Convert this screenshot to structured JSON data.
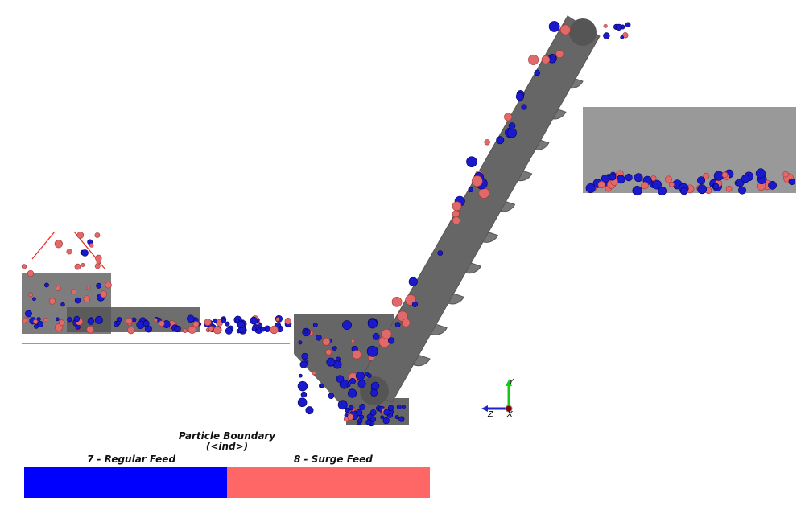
{
  "legend": {
    "title": "Particle Boundary",
    "subtitle": "(<ind>)",
    "entries": [
      {
        "label": "7 - Regular Feed",
        "color": "#0000ff"
      },
      {
        "label": "8 - Surge Feed",
        "color": "#ff6666"
      }
    ]
  },
  "axes": {
    "x": "X",
    "y": "Y",
    "z": "Z"
  },
  "colors": {
    "geometry": "#666666",
    "bin": "#999999",
    "regular": "#1a1acc",
    "surge": "#e06a6a"
  }
}
